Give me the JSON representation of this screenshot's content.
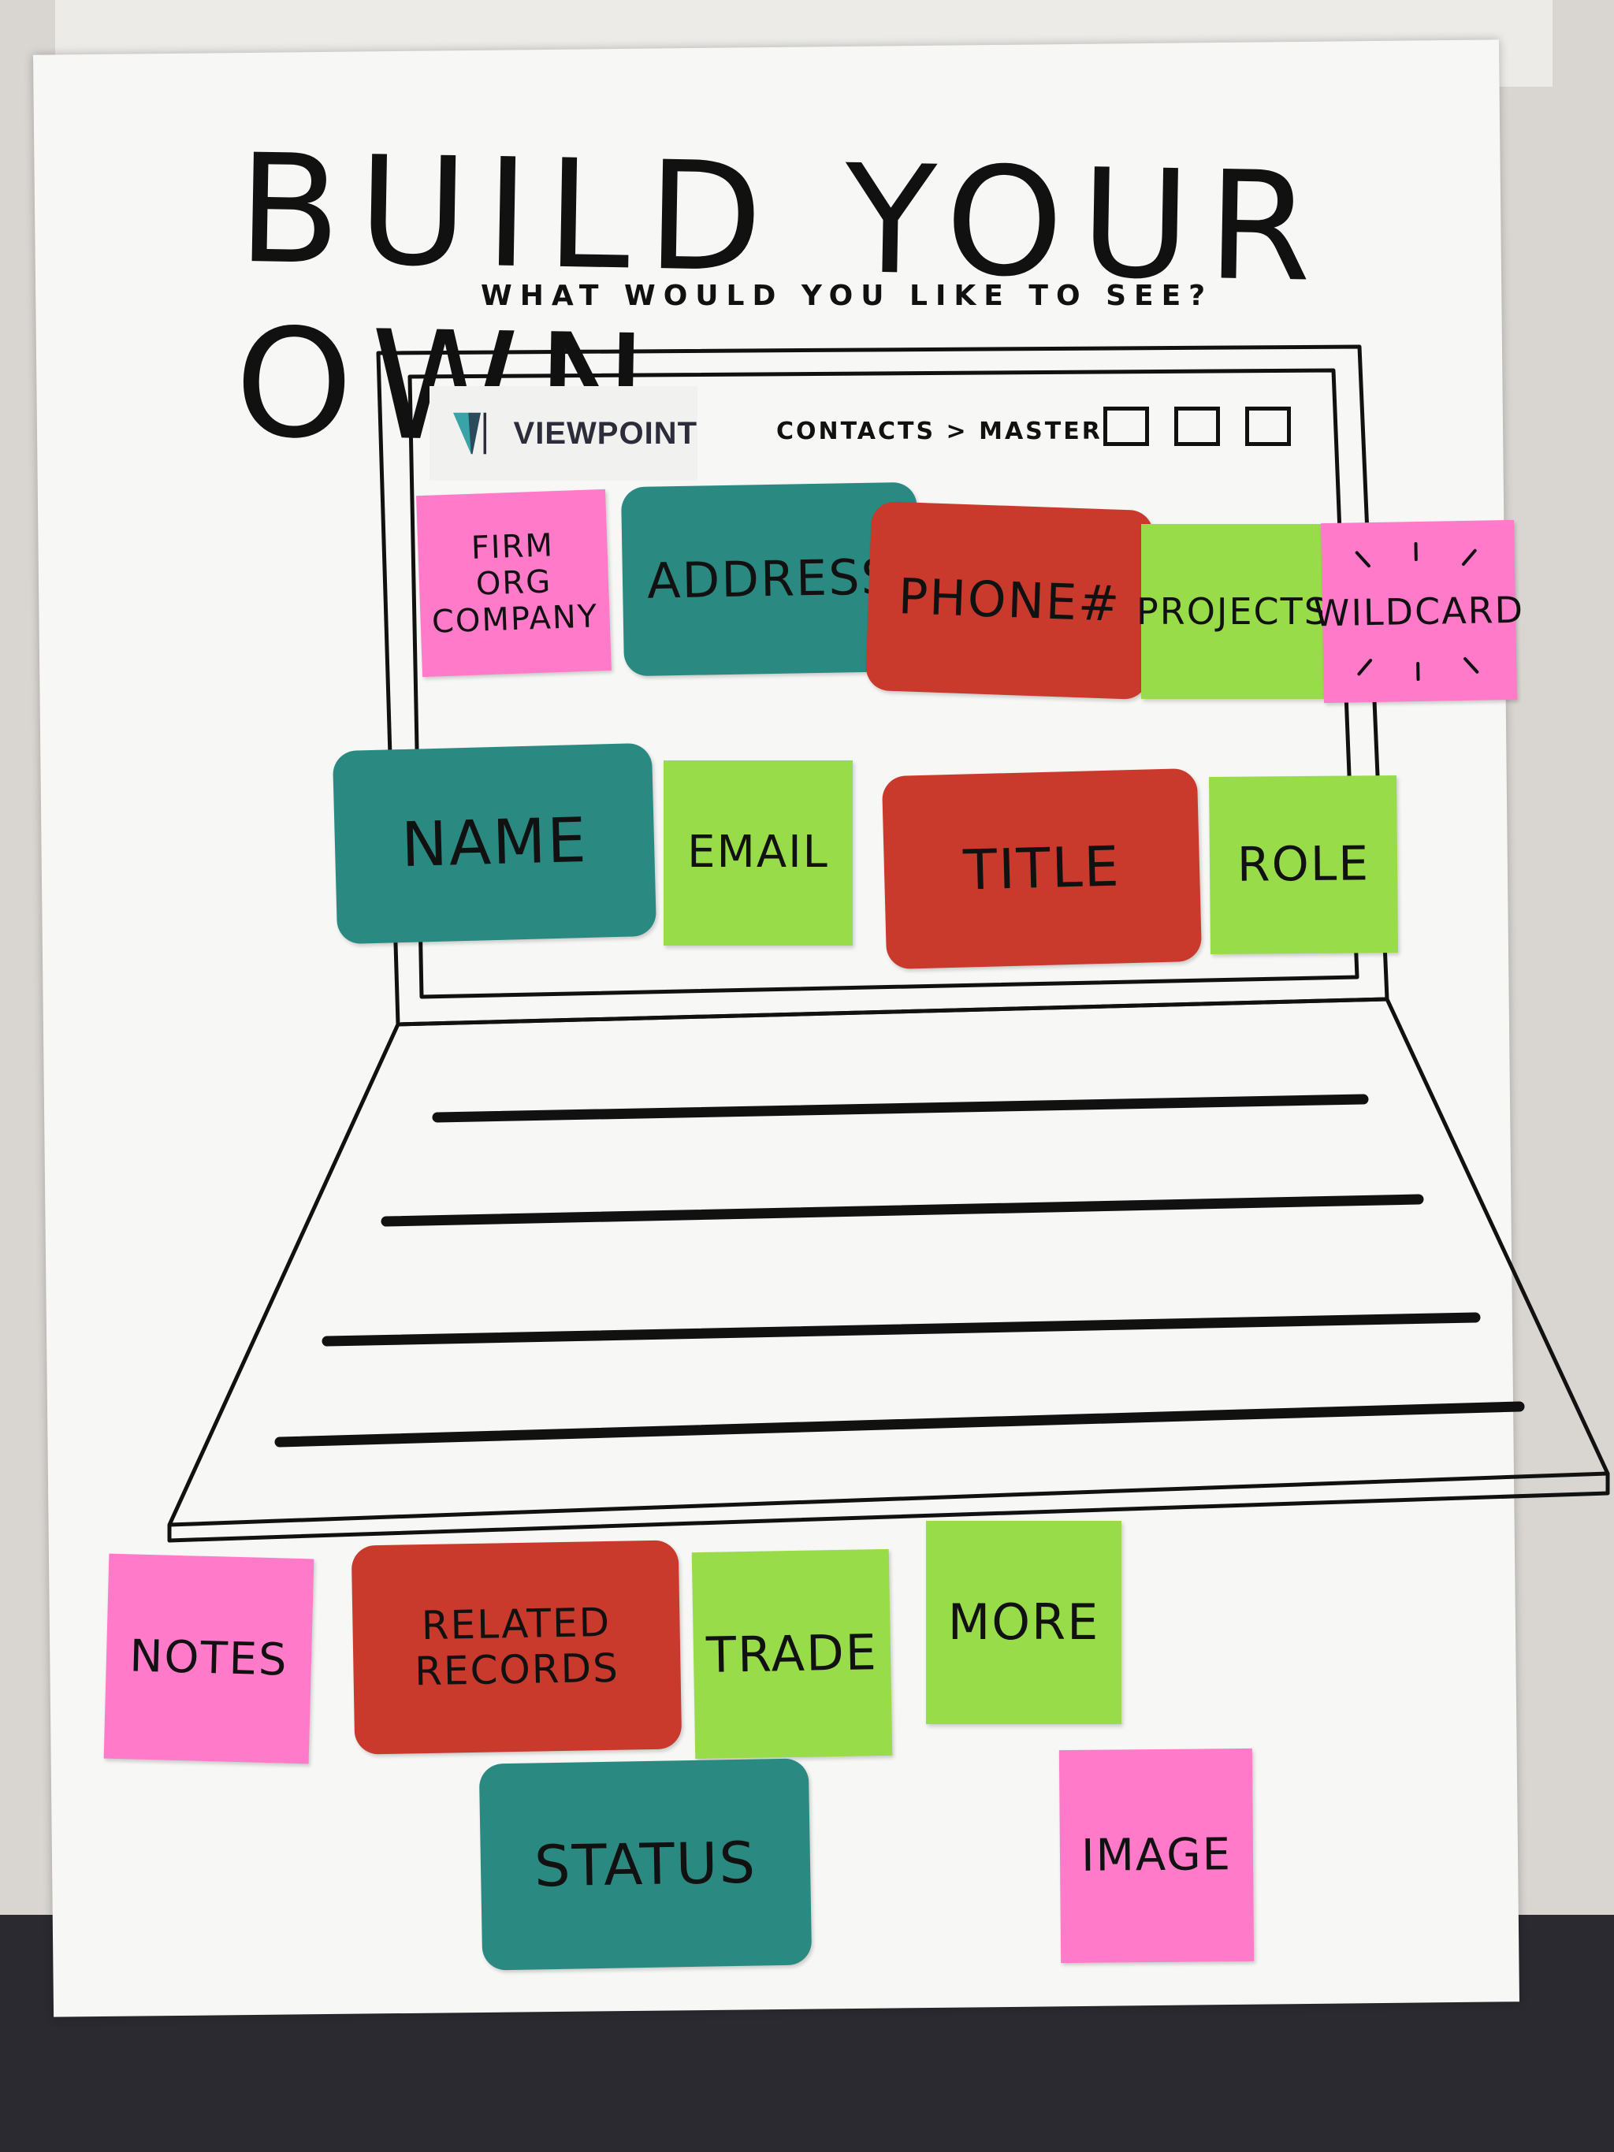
{
  "poster": {
    "title": "BUILD YOUR OWN",
    "subtitle": "WHAT WOULD YOU LIKE TO SEE?"
  },
  "browser": {
    "logo_text": "VIEWPOINT",
    "breadcrumb": "CONTACTS > MASTER"
  },
  "cards": {
    "firm": "FIRM\nORG\nCOMPANY",
    "address": "ADDRESS",
    "phone": "PHONE#",
    "projects": "PROJECTS",
    "wildcard": "WILDCARD",
    "name": "NAME",
    "email": "EMAIL",
    "title": "TITLE",
    "role": "ROLE",
    "notes": "NOTES",
    "related_records": "RELATED\nRECORDS",
    "trade": "TRADE",
    "more": "MORE",
    "status": "STATUS",
    "image": "IMAGE"
  },
  "colors": {
    "teal": "#2a8a82",
    "red": "#c93a2c",
    "green": "#98dc4a",
    "pink": "#ff7ac9"
  }
}
